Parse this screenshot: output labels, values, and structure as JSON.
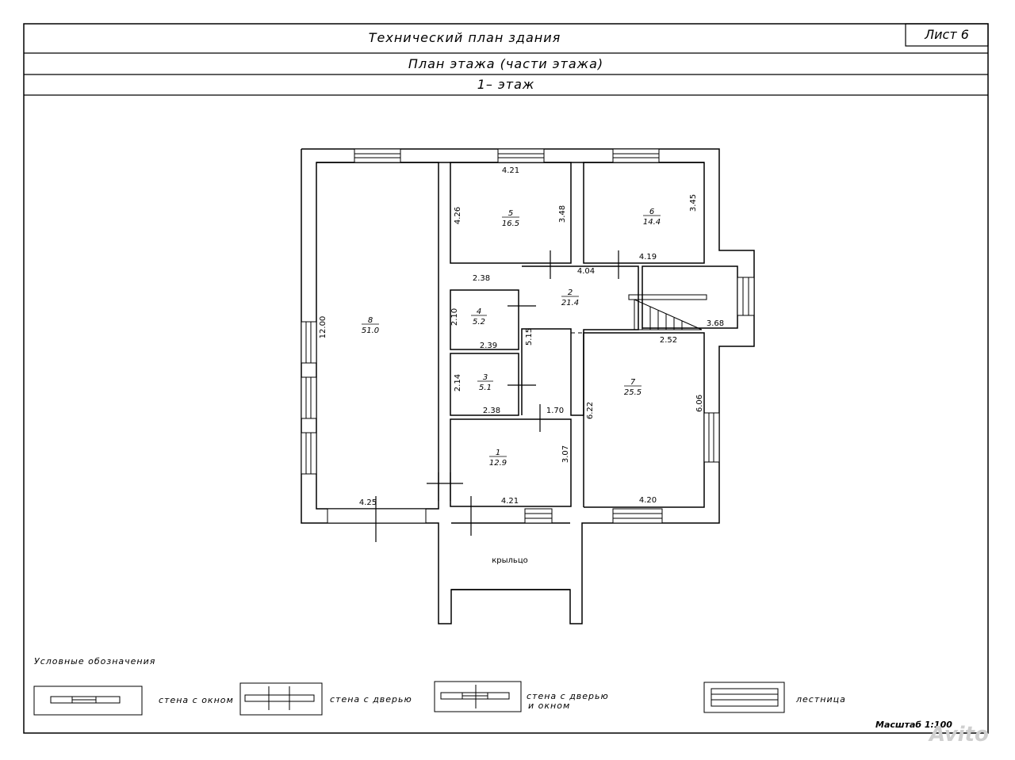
{
  "header": {
    "title": "Технический план здания",
    "sheet": "Лист   6",
    "subtitle": "План этажа (части этажа)",
    "floor": "1–   этаж"
  },
  "rooms": [
    {
      "id": "1",
      "num": "1",
      "area": "12.9"
    },
    {
      "id": "2",
      "num": "2",
      "area": "21.4"
    },
    {
      "id": "3",
      "num": "3",
      "area": "5.1"
    },
    {
      "id": "4",
      "num": "4",
      "area": "5.2"
    },
    {
      "id": "5",
      "num": "5",
      "area": "16.5"
    },
    {
      "id": "6",
      "num": "6",
      "area": "14.4"
    },
    {
      "id": "7",
      "num": "7",
      "area": "25.5"
    },
    {
      "id": "8",
      "num": "8",
      "area": "51.0"
    }
  ],
  "dimensions": {
    "r8_height": "12.00",
    "r8_width": "4.25",
    "r5_top": "4.21",
    "r5_left": "4.26",
    "r5_right": "3.48",
    "r5_bottom": "2.38",
    "r6_right": "3.45",
    "r6_bottom": "4.19",
    "r2_top": "4.04",
    "r2_left": "5.15",
    "r2_bottom": "1.70",
    "r4_left": "2.10",
    "r4_bottom": "2.39",
    "r3_left": "2.14",
    "r3_bottom": "2.38",
    "stair": "3.68",
    "r7_top": "2.52",
    "r7_left": "6.22",
    "r7_right": "6.06",
    "r7_bottom": "4.20",
    "r1_right": "3.07",
    "r1_bottom": "4.21"
  },
  "porch": "крыльцо",
  "legend": {
    "title": "Условные обозначения",
    "wall_window": "стена с окном",
    "wall_door": "стена с дверью",
    "wall_door_window_1": "стена с дверью",
    "wall_door_window_2": "и окном",
    "stairs": "лестница"
  },
  "scale": "Масштаб 1:100",
  "watermark": "Avito"
}
